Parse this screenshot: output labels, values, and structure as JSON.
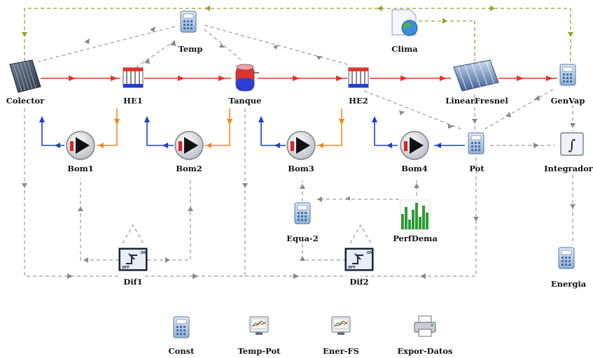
{
  "components": {
    "temp": "Temp",
    "clima": "Clima",
    "colector": "Colector",
    "he1": "HE1",
    "tanque": "Tanque",
    "he2": "HE2",
    "linear_fresnel": "LinearFresnel",
    "genvap": "GenVap",
    "bom1": "Bom1",
    "bom2": "Bom2",
    "bom3": "Bom3",
    "bom4": "Bom4",
    "pot": "Pot",
    "integrador": "Integrador",
    "equa2": "Equa-2",
    "perfdema": "PerfDema",
    "dif1": "Dif1",
    "dif2": "Dif2",
    "energia": "Energia"
  },
  "outputs": {
    "const": "Const",
    "temp_pot": "Temp-Pot",
    "ener_fs": "Ener-FS",
    "expor_datos": "Expor-Datos"
  },
  "switch_text": {
    "on": "ON",
    "off": "OFF"
  },
  "colors": {
    "hot_line": "#e8332a",
    "cold_line": "#1f3fd0",
    "warm_line": "#f08a1e",
    "control_line": "#999999",
    "weather_line": "#9a9a2a"
  }
}
